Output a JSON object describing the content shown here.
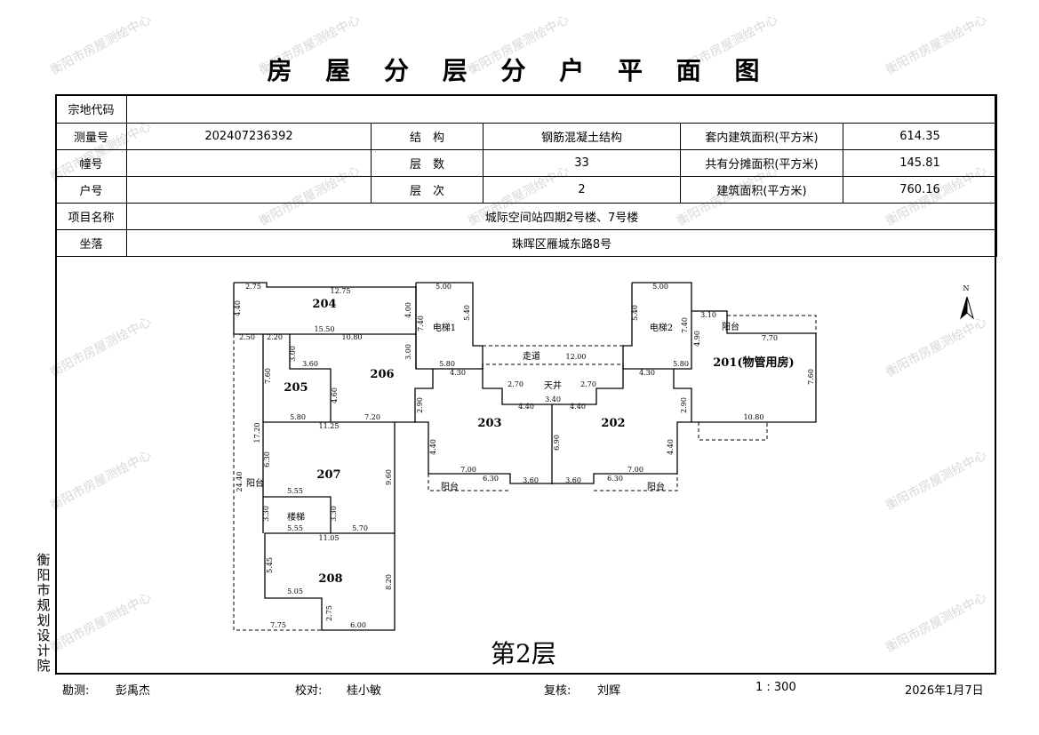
{
  "title": "房 屋 分 层 分 户 平 面 图",
  "watermark": "衡阳市房屋测绘中心",
  "info": {
    "zongdi_label": "宗地代码",
    "zongdi_value": "",
    "survey_label": "测量号",
    "survey_value": "202407236392",
    "structure_label": "结　构",
    "structure_value": "钢筋混凝土结构",
    "inner_area_label": "套内建筑面积(平方米)",
    "inner_area_value": "614.35",
    "building_label": "幢号",
    "building_value": "",
    "floors_label": "层　数",
    "floors_value": "33",
    "shared_area_label": "共有分摊面积(平方米)",
    "shared_area_value": "145.81",
    "unit_label": "户号",
    "unit_value": "",
    "floor_no_label": "层　次",
    "floor_no_value": "2",
    "total_area_label": "建筑面积(平方米)",
    "total_area_value": "760.16",
    "project_label": "项目名称",
    "project_value": "城际空间站四期2号楼、7号楼",
    "location_label": "坐落",
    "location_value": "珠晖区雁城东路8号"
  },
  "plan": {
    "rooms": [
      "204",
      "206",
      "205",
      "207",
      "208",
      "203",
      "202",
      "201(物管用房)"
    ],
    "spaces": [
      "电梯1",
      "电梯2",
      "走道",
      "天井",
      "楼梯",
      "阳台",
      "阳台",
      "阳台",
      "阳台"
    ],
    "dimensions": [
      "2.75",
      "12.75",
      "4.40",
      "4.00",
      "15.50",
      "2.50",
      "2.20",
      "10.80",
      "3.00",
      "3.00",
      "3.60",
      "7.60",
      "4.60",
      "5.80",
      "7.20",
      "11.25",
      "17.20",
      "6.30",
      "9.60",
      "5.55",
      "3.30",
      "3.30",
      "5.55",
      "5.70",
      "11.05",
      "5.45",
      "5.05",
      "8.20",
      "2.75",
      "7.75",
      "6.00",
      "5.00",
      "5.40",
      "7.40",
      "5.80",
      "4.30",
      "2.90",
      "4.40",
      "7.00",
      "3.60",
      "2.70",
      "4.40",
      "3.40",
      "4.40",
      "2.70",
      "6.90",
      "3.60",
      "7.00",
      "4.40",
      "2.90",
      "4.30",
      "5.80",
      "7.40",
      "5.40",
      "5.00",
      "3.10",
      "4.90",
      "7.70",
      "7.60",
      "10.80",
      "12.00",
      "6.30",
      "6.30",
      "24.40"
    ],
    "north": "N",
    "floor_label": "第2层"
  },
  "side_org": "衡阳市规划设计院",
  "footer": {
    "surveyor_label": "勘测:",
    "surveyor": "彭禹杰",
    "checker_label": "校对:",
    "checker": "桂小敏",
    "reviewer_label": "复核:",
    "reviewer": "刘辉",
    "scale": "1 : 300",
    "date": "2026年1月7日"
  }
}
